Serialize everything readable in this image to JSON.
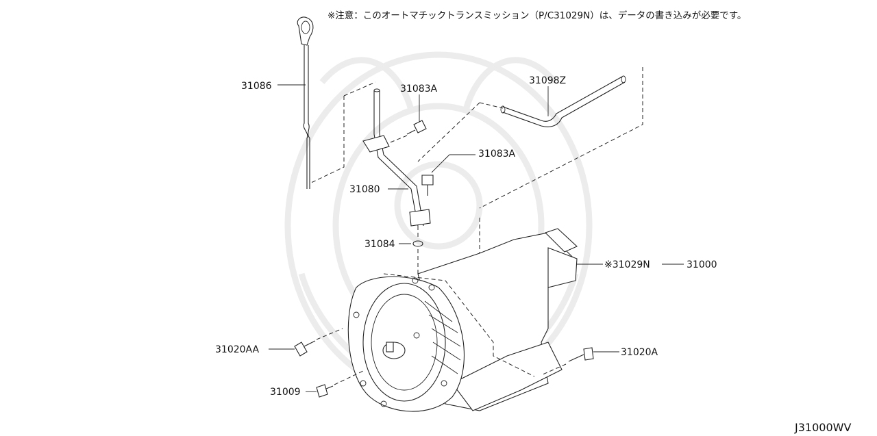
{
  "note": "※注意：このオートマチックトランスミッション（P/C31029N）は、データの書き込みが必要です。",
  "diagram_code": "J31000WV",
  "parts": [
    {
      "id": "dipstick",
      "label": "31086"
    },
    {
      "id": "bolt-upper",
      "label": "31083A"
    },
    {
      "id": "oil-cooler-hose",
      "label": "31098Z"
    },
    {
      "id": "bolt-lower",
      "label": "31083A"
    },
    {
      "id": "charging-pipe",
      "label": "31080"
    },
    {
      "id": "o-ring",
      "label": "31084"
    },
    {
      "id": "transmission-assy",
      "label": "※31029N",
      "label2": "31000"
    },
    {
      "id": "bolt-left",
      "label": "31020AA"
    },
    {
      "id": "bolt-right",
      "label": "31020A"
    },
    {
      "id": "plug",
      "label": "31009"
    }
  ]
}
